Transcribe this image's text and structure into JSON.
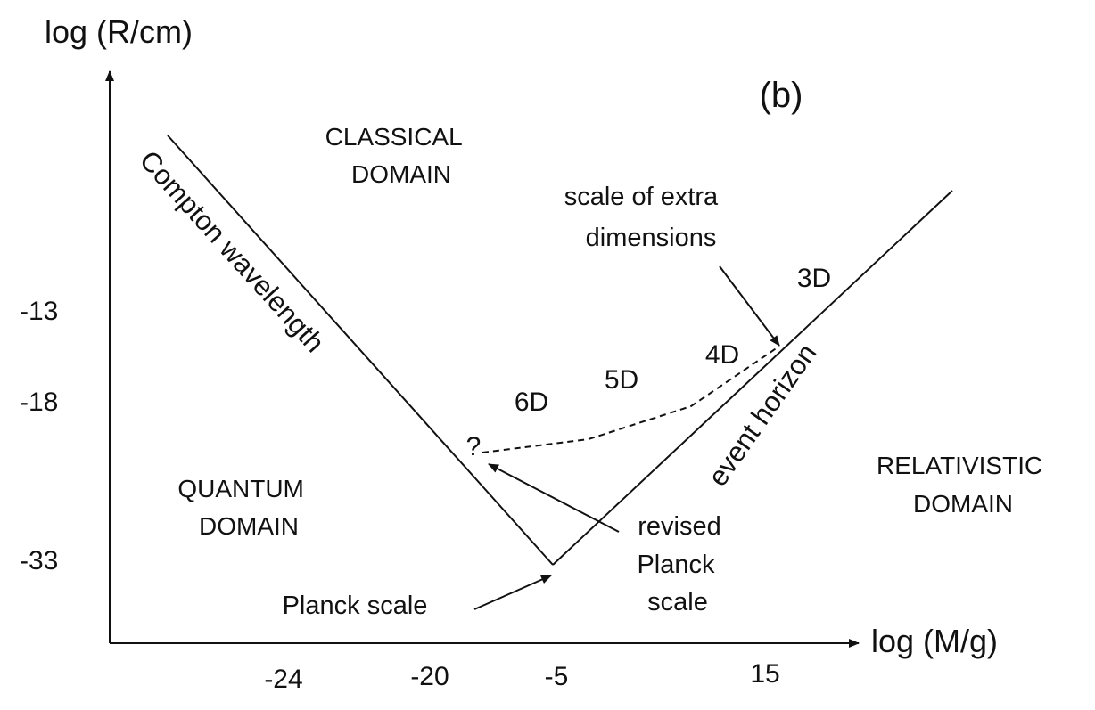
{
  "axes": {
    "y_title": "log (R/cm)",
    "x_title": "log (M/g)",
    "y_ticks": [
      "-13",
      "-18",
      "-33"
    ],
    "x_ticks": [
      "-24",
      "-20",
      "-5",
      "15"
    ]
  },
  "panel_label": "(b)",
  "regions": {
    "classical": [
      "CLASSICAL",
      "DOMAIN"
    ],
    "quantum": [
      "QUANTUM",
      "DOMAIN"
    ],
    "relativistic": [
      "RELATIVISTIC",
      "DOMAIN"
    ]
  },
  "lines": {
    "compton": "Compton wavelength",
    "horizon": "event horizon"
  },
  "dimensions": [
    "3D",
    "4D",
    "5D",
    "6D"
  ],
  "annotations": {
    "extra_dims": [
      "scale of extra",
      "dimensions"
    ],
    "planck": "Planck scale",
    "revised": [
      "revised",
      "Planck",
      "scale"
    ],
    "question": "?"
  },
  "colors": {
    "ink": "#111111",
    "background": "#ffffff"
  }
}
